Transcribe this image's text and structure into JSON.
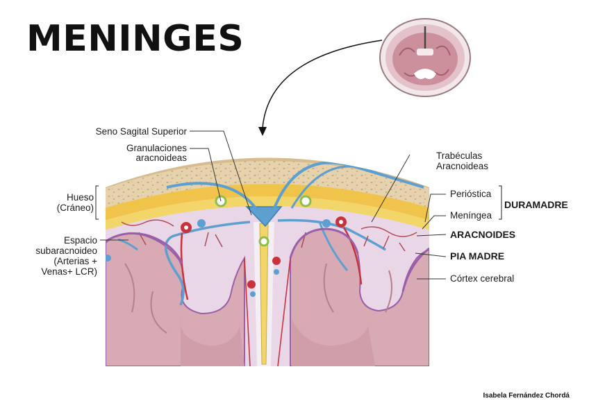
{
  "title": "MENINGES",
  "labels": {
    "seno": "Seno Sagital Superior",
    "granulaciones_1": "Granulaciones",
    "granulaciones_2": "aracnoideas",
    "hueso_1": "Hueso",
    "hueso_2": "(Cráneo)",
    "espacio_1": "Espacio",
    "espacio_2": "subaracnoideo",
    "espacio_3": "(Arterias +",
    "espacio_4": "Venas+ LCR)",
    "trabeculas_1": "Trabéculas",
    "trabeculas_2": "Aracnoideas",
    "periostica": "Perióstica",
    "meningea": "Meníngea",
    "duramadre": "DURAMADRE",
    "aracnoides": "ARACNOIDES",
    "piamadre": "PIA MADRE",
    "cortex": "Córtex cerebral"
  },
  "credit": "Isabela Fernández Chordá",
  "colors": {
    "bone": "#e6d2ac",
    "dura": "#f3d66a",
    "arachnoid": "#e9d6e6",
    "pia": "#9a5fa8",
    "brain": "#d8aab3",
    "brain_dark": "#b5808c",
    "vein": "#5c9fd0",
    "artery": "#c8323a",
    "granulation": "#8cbf4a"
  }
}
